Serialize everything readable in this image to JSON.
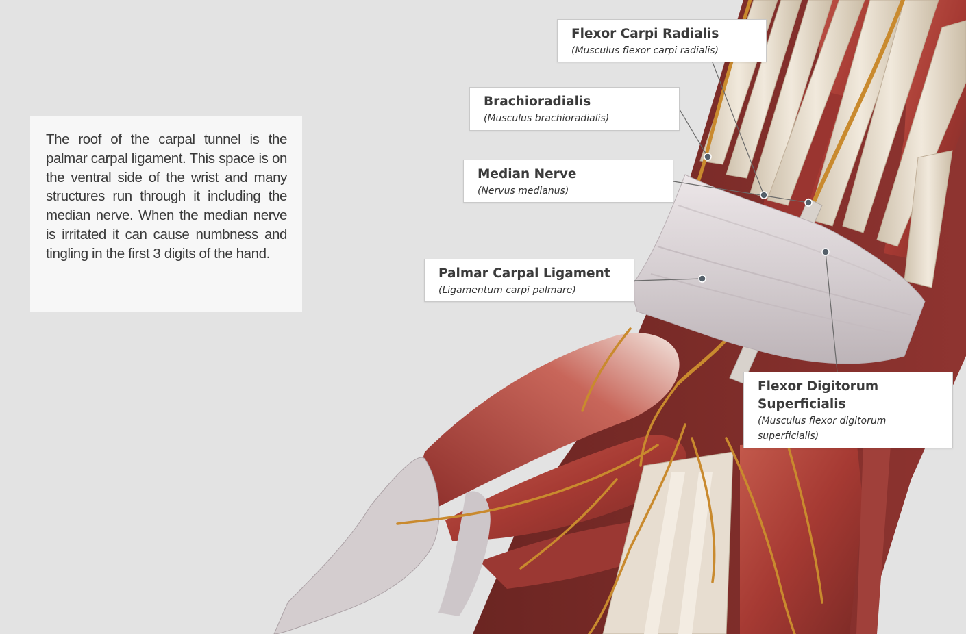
{
  "info": {
    "text": "The roof of the carpal tunnel is the palmar carpal ligament. This space is on the ventral side of the wrist and many structures run through it including the median nerve. When the median nerve is irritated it can cause numbness and tingling in the first 3 digits of the hand."
  },
  "labels": {
    "flexor_carpi_radialis": {
      "title": "Flexor Carpi Radialis",
      "latin": "(Musculus flexor carpi radialis)"
    },
    "brachioradialis": {
      "title": "Brachioradialis",
      "latin": "(Musculus brachioradialis)"
    },
    "median_nerve": {
      "title": "Median Nerve",
      "latin": "(Nervus medianus)"
    },
    "palmar_carpal_ligament": {
      "title": "Palmar Carpal Ligament",
      "latin": "(Ligamentum carpi palmare)"
    },
    "flexor_digitorum_superficialis": {
      "title": "Flexor Digitorum Superficialis",
      "latin": "(Musculus flexor digitorum superficialis)"
    }
  },
  "colors": {
    "background": "#e3e3e3",
    "panel": "#f7f7f7",
    "muscle": "#a8423a",
    "tendon": "#e8dccb",
    "nerve": "#c98a2e",
    "ligament": "#dcd6d8",
    "leader_line": "#6a6a6a"
  }
}
